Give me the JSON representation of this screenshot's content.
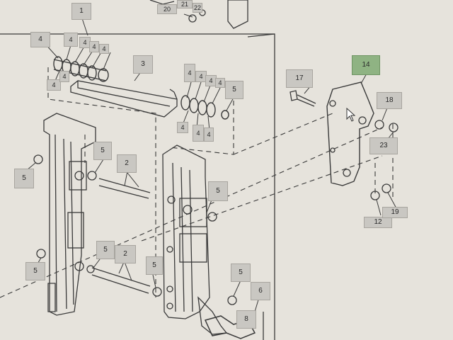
{
  "callouts": {
    "c1": "1",
    "c20": "20",
    "c21": "21",
    "c22": "22",
    "c3": "3",
    "c4a": "4",
    "c4b": "4",
    "c4c": "4",
    "c4d": "4",
    "c4e": "4",
    "c4f": "4",
    "c4g": "4",
    "c4h": "4",
    "c4i": "4",
    "c4j": "4",
    "c4k": "4",
    "c4l": "4",
    "c4m": "4",
    "c4n": "4",
    "c5a": "5",
    "c5b": "5",
    "c5c": "5",
    "c5d": "5",
    "c5e": "5",
    "c5f": "5",
    "c5g": "5",
    "c5h": "5",
    "c2a": "2",
    "c2b": "2",
    "c6": "6",
    "c8": "8",
    "c17": "17",
    "c14": "14",
    "c18": "18",
    "c23": "23",
    "c12": "12",
    "c19": "19"
  },
  "colors": {
    "background": "#e6e3dc",
    "callout": "#c9c7c2",
    "callout_highlight": "#8fb383",
    "line": "#3a3a3a"
  },
  "icons": {
    "cursor": "mouse-pointer-icon"
  }
}
